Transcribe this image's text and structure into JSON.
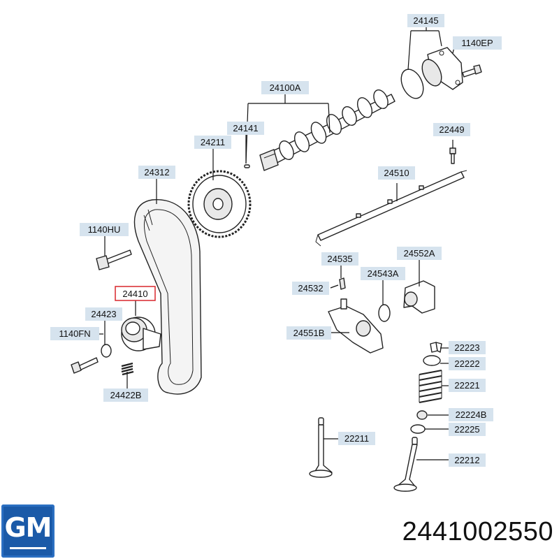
{
  "diagram": {
    "labels": [
      {
        "id": "24145",
        "text": "24145"
      },
      {
        "id": "1140EP",
        "text": "1140EP"
      },
      {
        "id": "24100A",
        "text": "24100A"
      },
      {
        "id": "24141",
        "text": "24141"
      },
      {
        "id": "24211",
        "text": "24211"
      },
      {
        "id": "22449",
        "text": "22449"
      },
      {
        "id": "24312",
        "text": "24312"
      },
      {
        "id": "24510",
        "text": "24510"
      },
      {
        "id": "1140HU",
        "text": "1140HU"
      },
      {
        "id": "24535",
        "text": "24535"
      },
      {
        "id": "24552A",
        "text": "24552A"
      },
      {
        "id": "24410",
        "text": "24410",
        "highlighted": true
      },
      {
        "id": "24532",
        "text": "24532"
      },
      {
        "id": "24543A",
        "text": "24543A"
      },
      {
        "id": "24423",
        "text": "24423"
      },
      {
        "id": "1140FN",
        "text": "1140FN"
      },
      {
        "id": "24551B",
        "text": "24551B"
      },
      {
        "id": "22223",
        "text": "22223"
      },
      {
        "id": "22222",
        "text": "22222"
      },
      {
        "id": "22221",
        "text": "22221"
      },
      {
        "id": "24422B",
        "text": "24422B"
      },
      {
        "id": "22224B",
        "text": "22224B"
      },
      {
        "id": "22225",
        "text": "22225"
      },
      {
        "id": "22211",
        "text": "22211"
      },
      {
        "id": "22212",
        "text": "22212"
      }
    ]
  },
  "brand": {
    "logo_text": "GM",
    "logo_color": "#1b5aa8",
    "highlight_color": "#d9262c",
    "label_bg": "#d6e3ee"
  },
  "part_number": "2441002550"
}
